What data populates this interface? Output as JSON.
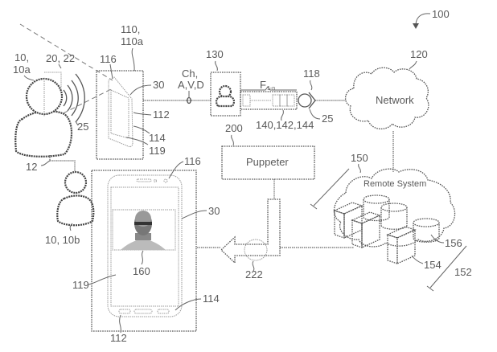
{
  "figure": {
    "ref_system": "100",
    "user_a": {
      "ref": "10,",
      "ref2": "10a",
      "headset_ref": "20, 22",
      "signal_ref": "25"
    },
    "user_b": {
      "ref": "10, 10b",
      "link_ref": "12"
    },
    "device_a": {
      "ref": "110,",
      "ref2": "110a",
      "labels": {
        "camera": "116",
        "screen": "30",
        "button_1": "112",
        "button_2": "114",
        "body": "119"
      }
    },
    "channel": {
      "label_line1": "Ch,",
      "label_line2": "A,V,D"
    },
    "avatar_box": {
      "ref": "130"
    },
    "frames": {
      "label": "F",
      "subscript": "1-n",
      "ref": "140,142,144"
    },
    "connector": {
      "ref": "118",
      "signal_ref": "25"
    },
    "network": {
      "ref": "120",
      "label": "Network"
    },
    "puppeteer": {
      "ref": "200",
      "label": "Puppeter"
    },
    "data_flow": {
      "ref": "222"
    },
    "remote_system": {
      "ref": "150",
      "label": "Remote System",
      "group_ref": "152",
      "server_ref": "154",
      "storage_ref": "156"
    },
    "device_b": {
      "labels": {
        "camera": "116",
        "screen": "30",
        "avatar": "160",
        "body": "119",
        "button_1": "114",
        "button_2": "112"
      }
    }
  }
}
